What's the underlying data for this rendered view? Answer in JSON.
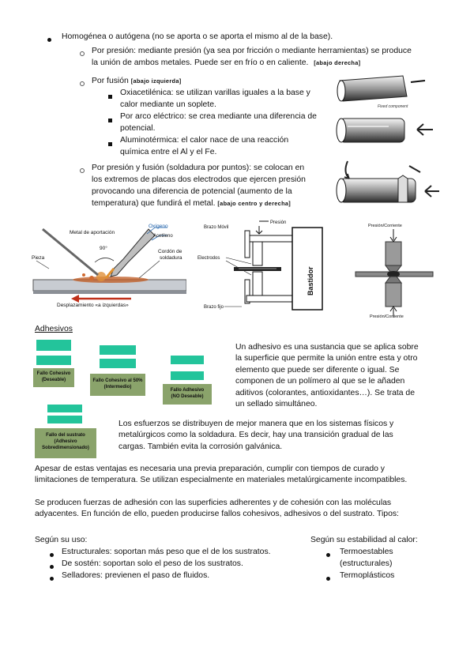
{
  "homogenea": {
    "title": "Homogénea o autógena (no se aporta o se aporta el mismo al de la base).",
    "presion": {
      "line1": "Por presión: mediante presión (ya sea por fricción o mediante herramientas) se produce",
      "line2": "la unión de ambos metales. Puede ser en frío o en caliente.",
      "tag": "[abajo derecha]"
    },
    "fusion": {
      "label": "Por fusión",
      "tag": "[abajo izquierda]",
      "items": [
        {
          "line1": "Oxiacetilénica: se utilizan varillas iguales a la base y",
          "line2": "calor mediante un soplete."
        },
        {
          "line1": "Por arco eléctrico: se crea mediante una diferencia de",
          "line2": "potencial."
        },
        {
          "line1": "Aluminotérmica: el calor nace de una reacción",
          "line2": "química entre el Al y el Fe."
        }
      ]
    },
    "presion_fusion": {
      "line1": "Por presión y fusión (soldadura por puntos): se colocan en",
      "line2": "los extremos de placas dos electrodos que ejercen presión",
      "line3": "provocando una diferencia de potencial (aumento de la",
      "line4": "temperatura) que fundirá el metal.",
      "tag": "[abajo centro y derecha]"
    }
  },
  "fig_oxi": {
    "metal_aporte": "Metal de aportación",
    "oxigeno": "Oxígeno",
    "acetileno": "Acetileno",
    "angle": "90°",
    "pieza": "Pieza",
    "cordon1": "Cordón de",
    "cordon2": "soldadura",
    "desplazamiento": "Desplazamiento «a izquierdas»"
  },
  "fig_puntos": {
    "brazo_movil": "Brazo Móvil",
    "presion": "Presión",
    "electrodos": "Electrodos",
    "brazo_fijo": "Brazo fijo",
    "bastidor": "Bastidor"
  },
  "fig_tubos": {
    "label": "Fixed component"
  },
  "fig_presion_corriente": {
    "top": "Presión/Corriente",
    "bottom": "Presión/Corriente"
  },
  "adhesivos": {
    "heading": "Adhesivos",
    "para1": [
      "Un adhesivo es una sustancia que se aplica sobre",
      "la superficie que permite la unión entre esta y otro",
      "elemento que puede ser diferente o igual. Se",
      "componen de un polímero al que se le añaden",
      "aditivos (colorantes, antioxidantes…). Se trata de",
      "un sellado simultáneo."
    ],
    "para2": [
      "Los esfuerzos se distribuyen de mejor manera que en los sistemas físicos y",
      "metalúrgicos como la soldadura. Es decir, hay una transición gradual de las",
      "cargas. También evita la corrosión galvánica."
    ],
    "para3": [
      "Apesar de estas ventajas es necesaria una previa preparación, cumplir con tiempos de curado y",
      "limitaciones de temperatura. Se utilizan especialmente en materiales metalúrgicamente incompatibles."
    ],
    "para4": [
      "Se producen fuerzas de adhesión con las superficies adherentes y de cohesión con las moléculas",
      "adyacentes. En función de ello, pueden producirse fallos cohesivos, adhesivos o del sustrato. Tipos:"
    ],
    "fallos": {
      "cohesivo": [
        "Fallo Cohesivo",
        "(Deseable)"
      ],
      "cohesivo50": [
        "Fallo Cohesivo al 50%",
        "(Intermedio)"
      ],
      "adhesivo": [
        "Fallo Adhesivo",
        "(NO Deseable)"
      ],
      "sustrato": [
        "Fallo del sustrato",
        "(Adhesivo",
        "Sobredimensionado)"
      ]
    }
  },
  "uso": {
    "heading": "Según su uso:",
    "items": [
      "Estructurales: soportan más peso que el de los sustratos.",
      "De sostén: soportan solo el peso de los sustratos.",
      "Selladores: previenen el paso de fluidos."
    ]
  },
  "calor": {
    "heading": "Según su estabilidad al calor:",
    "items": [
      "Termoestables",
      "(estructurales)",
      "Termoplásticos"
    ]
  }
}
